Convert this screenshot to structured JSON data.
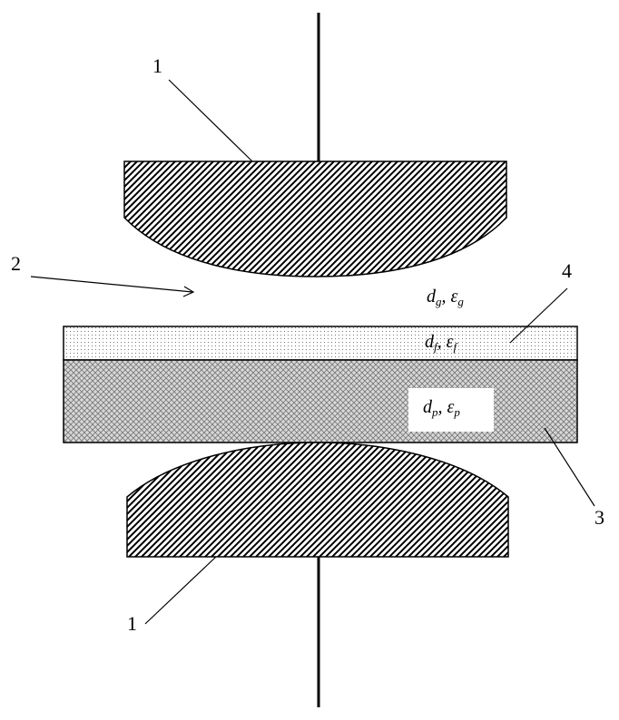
{
  "labels": {
    "electrode_top": "1",
    "electrode_bottom": "1",
    "gap": "2",
    "plate": "3",
    "film": "4"
  },
  "symbols": {
    "gap": {
      "d": "d",
      "d_sub": "g",
      "sep": ", ",
      "eps": "ε",
      "eps_sub": "g"
    },
    "film": {
      "d": "d",
      "d_sub": "f",
      "sep": ", ",
      "eps": "ε",
      "eps_sub": "f"
    },
    "plate": {
      "d": "d",
      "d_sub": "p",
      "sep": ", ",
      "eps": "ε",
      "eps_sub": "p"
    }
  }
}
